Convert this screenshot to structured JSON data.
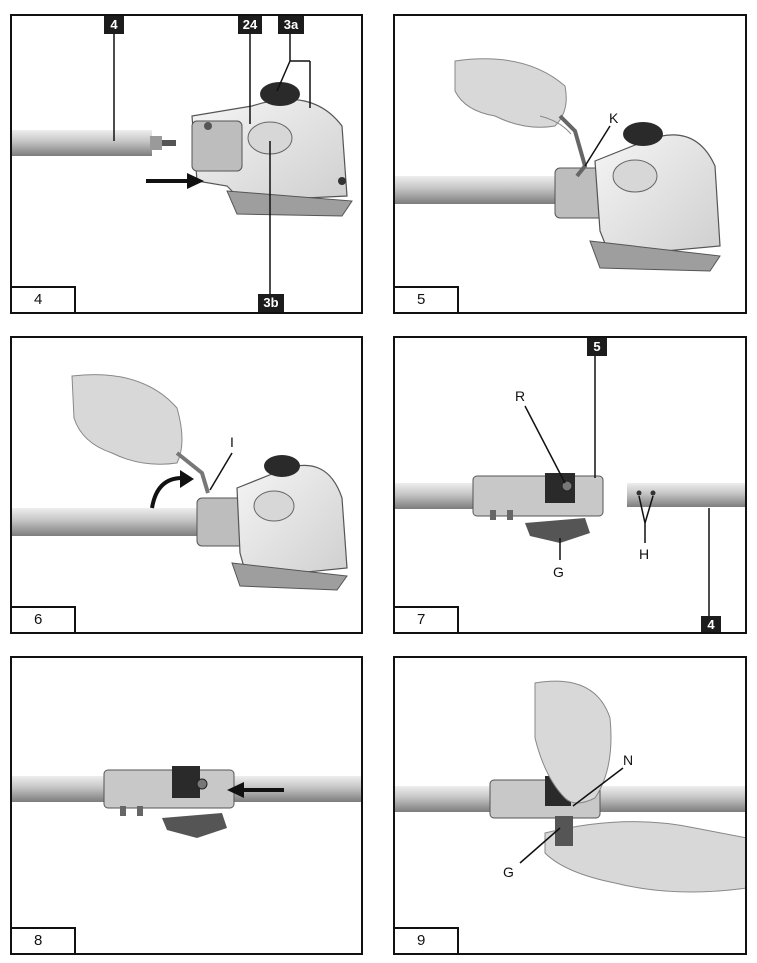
{
  "panels": [
    {
      "figure": "4",
      "tags": [
        "4",
        "24",
        "3a",
        "3b"
      ]
    },
    {
      "figure": "5",
      "callouts": [
        "K"
      ]
    },
    {
      "figure": "6",
      "callouts": [
        "I"
      ]
    },
    {
      "figure": "7",
      "tags": [
        "5",
        "4"
      ],
      "callouts": [
        "R",
        "G",
        "H"
      ]
    },
    {
      "figure": "8"
    },
    {
      "figure": "9",
      "callouts": [
        "N",
        "G"
      ]
    }
  ],
  "icons": [
    "arrow-right-icon",
    "arrow-left-icon",
    "curved-arrow-icon"
  ],
  "colors": {
    "border": "#111111",
    "tag_bg": "#1c1c1c",
    "tube": "#b8b8b8",
    "housing": "#e9e9e9"
  }
}
